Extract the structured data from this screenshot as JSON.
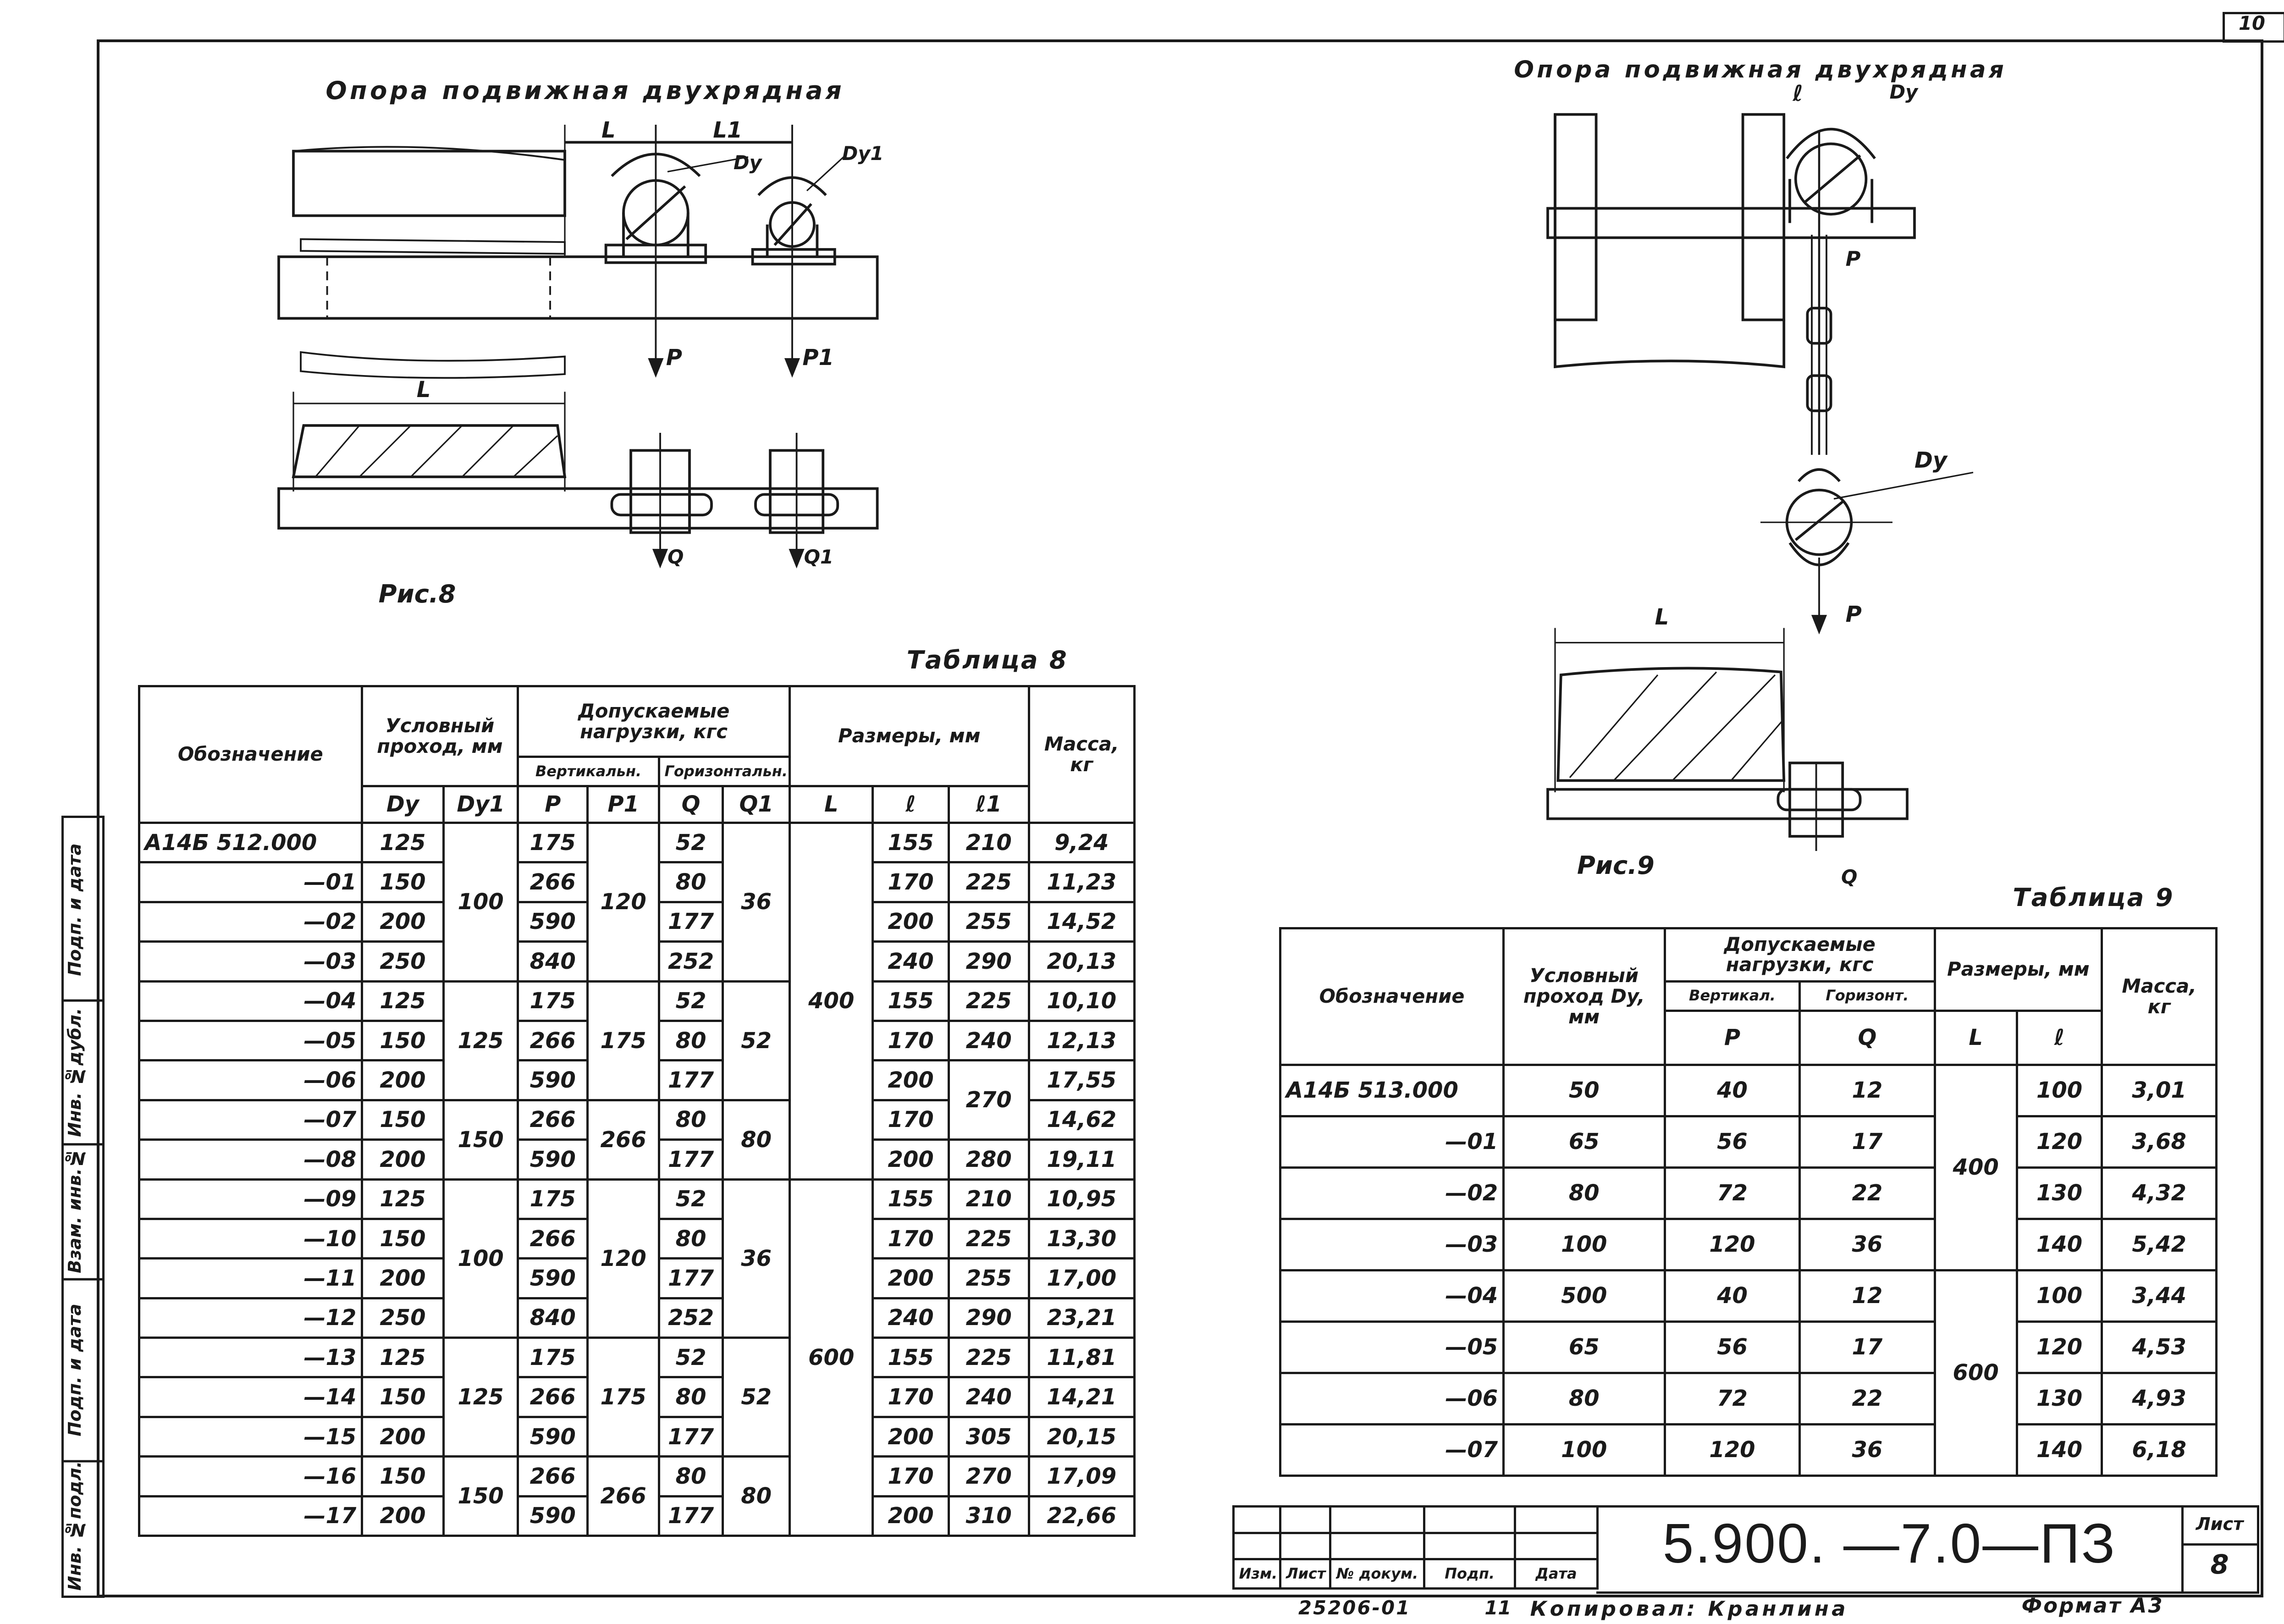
{
  "sheet_corner_number": "10",
  "fig8": {
    "title": "Опора подвижная двухрядная",
    "caption": "Рис.8",
    "labels": {
      "L_small": "L",
      "L1": "L1",
      "Dy": "Dy",
      "Dy1": "Dy1",
      "P": "P",
      "P1": "P1",
      "L_big": "L",
      "Q": "Q",
      "Q1": "Q1"
    }
  },
  "fig9": {
    "title": "Опора подвижная двухрядная",
    "caption": "Рис.9",
    "labels": {
      "l": "ℓ",
      "Dy_top": "Dy",
      "P_top": "P",
      "Dy_mid": "Dy",
      "P_low": "P",
      "L": "L",
      "Q": "Q"
    }
  },
  "table8": {
    "caption": "Таблица 8",
    "headers": {
      "designation": "Обозначение",
      "nominal": "Условный проход, мм",
      "loads": "Допускаемые нагрузки, кгс",
      "vertical": "Вертикальн.",
      "horizontal": "Горизонтальн.",
      "dims": "Размеры, мм",
      "mass": "Масса, кг",
      "dy": "Dy",
      "dy1": "Dy1",
      "p": "P",
      "p1": "P1",
      "q": "Q",
      "q1": "Q1",
      "L": "L",
      "l": "ℓ",
      "l1": "ℓ1"
    },
    "rows": [
      {
        "des": "А14Б 512.000",
        "dy": "125",
        "p": "175",
        "q": "52",
        "l": "155",
        "l1": "210",
        "m": "9,24"
      },
      {
        "des": "—01",
        "dy": "150",
        "p": "266",
        "q": "80",
        "l": "170",
        "l1": "225",
        "m": "11,23"
      },
      {
        "des": "—02",
        "dy": "200",
        "p": "590",
        "q": "177",
        "l": "200",
        "l1": "255",
        "m": "14,52"
      },
      {
        "des": "—03",
        "dy": "250",
        "p": "840",
        "q": "252",
        "l": "240",
        "l1": "290",
        "m": "20,13"
      },
      {
        "des": "—04",
        "dy": "125",
        "p": "175",
        "q": "52",
        "l": "155",
        "l1": "225",
        "m": "10,10"
      },
      {
        "des": "—05",
        "dy": "150",
        "p": "266",
        "q": "80",
        "l": "170",
        "l1": "240",
        "m": "12,13"
      },
      {
        "des": "—06",
        "dy": "200",
        "p": "590",
        "q": "177",
        "l": "200",
        "l1": "",
        "m": "17,55"
      },
      {
        "des": "—07",
        "dy": "150",
        "p": "266",
        "q": "80",
        "l": "170",
        "l1": "",
        "m": "14,62"
      },
      {
        "des": "—08",
        "dy": "200",
        "p": "590",
        "q": "177",
        "l": "200",
        "l1": "280",
        "m": "19,11"
      },
      {
        "des": "—09",
        "dy": "125",
        "p": "175",
        "q": "52",
        "l": "155",
        "l1": "210",
        "m": "10,95"
      },
      {
        "des": "—10",
        "dy": "150",
        "p": "266",
        "q": "80",
        "l": "170",
        "l1": "225",
        "m": "13,30"
      },
      {
        "des": "—11",
        "dy": "200",
        "p": "590",
        "q": "177",
        "l": "200",
        "l1": "255",
        "m": "17,00"
      },
      {
        "des": "—12",
        "dy": "250",
        "p": "840",
        "q": "252",
        "l": "240",
        "l1": "290",
        "m": "23,21"
      },
      {
        "des": "—13",
        "dy": "125",
        "p": "175",
        "q": "52",
        "l": "155",
        "l1": "225",
        "m": "11,81"
      },
      {
        "des": "—14",
        "dy": "150",
        "p": "266",
        "q": "80",
        "l": "170",
        "l1": "240",
        "m": "14,21"
      },
      {
        "des": "—15",
        "dy": "200",
        "p": "590",
        "q": "177",
        "l": "200",
        "l1": "305",
        "m": "20,15"
      },
      {
        "des": "—16",
        "dy": "150",
        "p": "266",
        "q": "80",
        "l": "170",
        "l1": "270",
        "m": "17,09"
      },
      {
        "des": "—17",
        "dy": "200",
        "p": "590",
        "q": "177",
        "l": "200",
        "l1": "310",
        "m": "22,66"
      }
    ],
    "merged": {
      "dy1_a": "100",
      "dy1_b": "125",
      "dy1_c": "150",
      "dy1_d": "100",
      "dy1_e": "125",
      "dy1_f": "150",
      "p1_a": "120",
      "p1_b": "175",
      "p1_c": "266",
      "p1_d": "120",
      "p1_e": "175",
      "p1_f": "266",
      "q1_a": "36",
      "q1_b": "52",
      "q1_c": "80",
      "q1_d": "36",
      "q1_e": "52",
      "q1_f": "80",
      "L_a": "400",
      "L_b": "600",
      "l1_67": "270"
    }
  },
  "table9": {
    "caption": "Таблица 9",
    "headers": {
      "designation": "Обозначение",
      "nominal": "Условный проход Dy, мм",
      "loads": "Допускаемые нагрузки, кгс",
      "vertical": "Вертикал.",
      "horizontal": "Горизонт.",
      "dims": "Размеры, мм",
      "mass": "Масса, кг",
      "p": "P",
      "q": "Q",
      "L": "L",
      "l": "ℓ"
    },
    "rows": [
      {
        "des": "А14Б 513.000",
        "dy": "50",
        "p": "40",
        "q": "12",
        "l": "100",
        "m": "3,01"
      },
      {
        "des": "—01",
        "dy": "65",
        "p": "56",
        "q": "17",
        "l": "120",
        "m": "3,68"
      },
      {
        "des": "—02",
        "dy": "80",
        "p": "72",
        "q": "22",
        "l": "130",
        "m": "4,32"
      },
      {
        "des": "—03",
        "dy": "100",
        "p": "120",
        "q": "36",
        "l": "140",
        "m": "5,42"
      },
      {
        "des": "—04",
        "dy": "500",
        "p": "40",
        "q": "12",
        "l": "100",
        "m": "3,44"
      },
      {
        "des": "—05",
        "dy": "65",
        "p": "56",
        "q": "17",
        "l": "120",
        "m": "4,53"
      },
      {
        "des": "—06",
        "dy": "80",
        "p": "72",
        "q": "22",
        "l": "130",
        "m": "4,93"
      },
      {
        "des": "—07",
        "dy": "100",
        "p": "120",
        "q": "36",
        "l": "140",
        "m": "6,18"
      }
    ],
    "merged": {
      "L_a": "400",
      "L_b": "600"
    }
  },
  "side_stamp": [
    "Инв. №подл.",
    "Подп. и дата",
    "Взам. инв.№",
    "Инв. №дубл.",
    "Подп. и дата"
  ],
  "title_block": {
    "cols": [
      "Изм.",
      "Лист",
      "№ докум.",
      "Подп.",
      "Дата"
    ],
    "code": "5.900. —7.0—ПЗ",
    "sheet_label": "Лист",
    "sheet_no": "8"
  },
  "footer": {
    "number": "25206-01",
    "num2": "11",
    "copied": "Копировал: Кранлина",
    "format": "Формат А3"
  }
}
